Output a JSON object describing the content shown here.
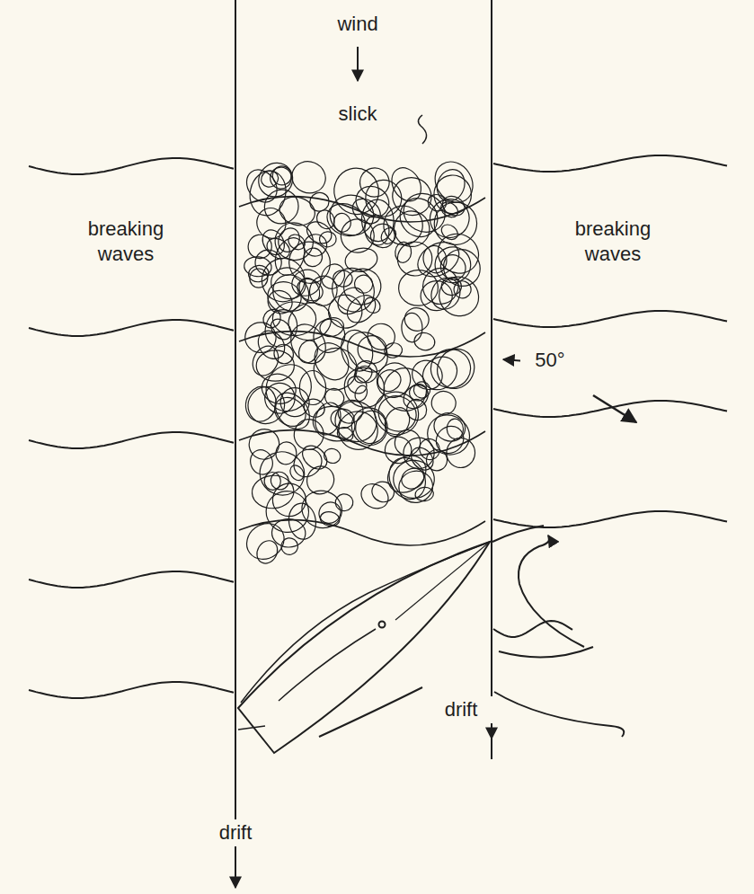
{
  "diagram": {
    "labels": [
      "wind",
      "slick",
      "breaking waves",
      "breaking waves",
      "50°",
      "drift",
      "drift"
    ]
  }
}
